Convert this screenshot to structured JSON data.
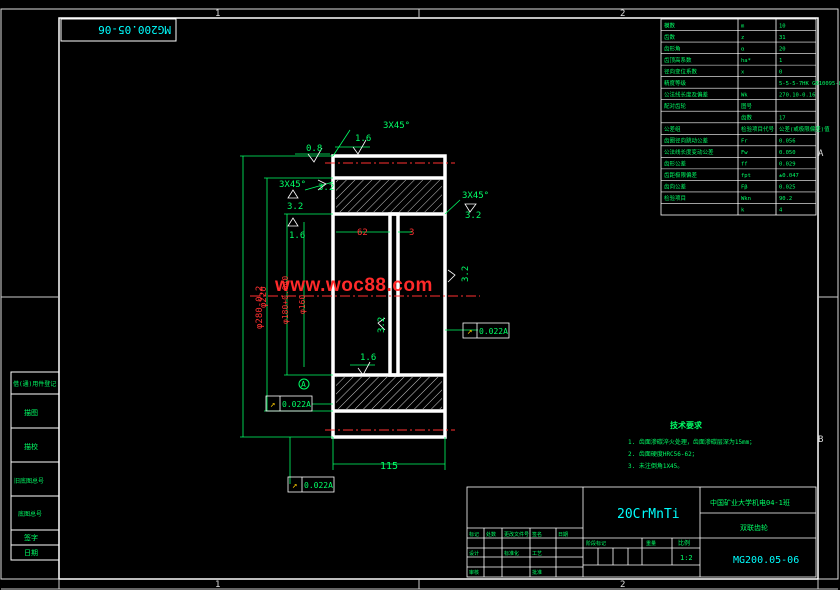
{
  "drawing_number": "MG200.05-06",
  "drawing_number_mirrored": "MG200.05-06",
  "border_zones": {
    "top": [
      "1",
      "2"
    ],
    "bottom": [
      "1",
      "2"
    ],
    "right": [
      "A",
      "B"
    ]
  },
  "watermark": "www.woc88.com",
  "material": "20CrMnTi",
  "institution": "中国矿业大学机电04-1班",
  "part_name": "双联齿轮",
  "scale_label": "比例",
  "scale_value": "1:2",
  "title_block_labels": [
    "标记",
    "处数",
    "更改文件号",
    "签名",
    "日期",
    "设计",
    "审核",
    "工艺",
    "标准化",
    "批准",
    "阶段标记",
    "重量",
    "比例"
  ],
  "side_table_labels": [
    "借(通)用件登记",
    "描图",
    "描校",
    "旧底图总号",
    "底图总号",
    "签字",
    "日期"
  ],
  "tech_requirements": {
    "title": "技术要求",
    "lines": [
      "1. 齿面渗碳淬火处理，齿面渗碳层深为15mm；",
      "2. 齿面硬度HRC56-62；",
      "3. 未注倒角1X45。"
    ]
  },
  "gear_params": [
    {
      "name": "模数",
      "symbol": "m",
      "value": "10"
    },
    {
      "name": "齿数",
      "symbol": "z",
      "value": "31"
    },
    {
      "name": "齿形角",
      "symbol": "α",
      "value": "20"
    },
    {
      "name": "齿顶高系数",
      "symbol": "ha*",
      "value": "1"
    },
    {
      "name": "径向变位系数",
      "symbol": "x",
      "value": "0"
    },
    {
      "name": "精度等级",
      "symbol": "",
      "value": "5-5-5-7HK GB10095-88"
    },
    {
      "name": "公法线长度及偏差",
      "symbol": "Wk",
      "value": "270.10-0.16"
    },
    {
      "name": "配对齿轮",
      "symbol": "图号",
      "value": ""
    },
    {
      "name": "",
      "symbol": "齿数",
      "value": "17"
    },
    {
      "name": "公差组",
      "symbol": "检验项目代号",
      "value": "公差(或极限偏差)值"
    },
    {
      "name": "齿圈径向跳动公差",
      "symbol": "Fr",
      "value": "0.056"
    },
    {
      "name": "公法线长度变动公差",
      "symbol": "Fw",
      "value": "0.050"
    },
    {
      "name": "齿形公差",
      "symbol": "ff",
      "value": "0.029"
    },
    {
      "name": "齿距极限偏差",
      "symbol": "fpt",
      "value": "±0.047"
    },
    {
      "name": "齿向公差",
      "symbol": "Fβ",
      "value": "0.025"
    },
    {
      "name": "检验项目",
      "symbol": "Wkn",
      "value": "90.2"
    },
    {
      "name": "",
      "symbol": "k",
      "value": "4"
    }
  ],
  "dimensions": {
    "chamfer_top": "3X45°",
    "chamfer_left": "3X45°",
    "chamfer_right": "3X45°",
    "rough_08": "0.8",
    "rough_16a": "1.6",
    "rough_32a": "3.2",
    "rough_32b": "3.2",
    "rough_16b": "1.6",
    "rough_32c": "3.2",
    "rough_32d": "3.2",
    "rough_32e": "3.2",
    "rough_16c": "1.6",
    "dia_outer": "φ280-0.2",
    "dia_220": "φ220",
    "dia_bore1": "φ180+0.040",
    "dia_bore2": "φ160",
    "len_62": "62",
    "len_3": "3",
    "len_115": "115",
    "datum": "A",
    "runout1": "0.022A",
    "runout2": "0.022A",
    "runout3": "0.022A"
  }
}
